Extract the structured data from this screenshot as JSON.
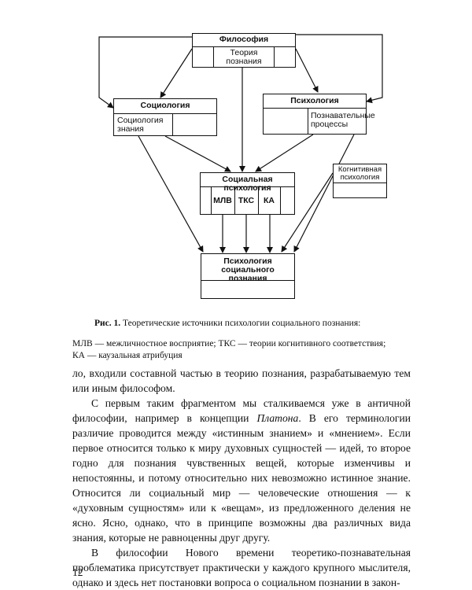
{
  "diagram": {
    "philosophy": {
      "title": "Философия",
      "sub": "Теория познания"
    },
    "sociology": {
      "title": "Социология",
      "sub": "Социология знания"
    },
    "psychology": {
      "title": "Психология",
      "sub": "Познавательные процессы"
    },
    "cognitive_psychology": {
      "title": "Когнитивная психология"
    },
    "social_psychology": {
      "title": "Социальная психология",
      "cells": [
        "МЛВ",
        "ТКС",
        "КА"
      ]
    },
    "social_cognition_psychology": {
      "title": "Психология социального познания"
    }
  },
  "caption": {
    "label": "Рис. 1",
    "text": "Теоретические источники психологии социального познания:"
  },
  "legend": {
    "line1": "МЛВ — межличностное восприятие; ТКС — теории когнитивного соответствия;",
    "line2": "КА — каузальная атрибуция"
  },
  "body": {
    "p1": "ло, входили составной частью в теорию познания, разрабатываемую тем или иным философом.",
    "p2_before": "С первым таким фрагментом мы сталкиваемся уже в античной философии, например в концепции ",
    "p2_name": "Платона",
    "p2_after": ". В его терминологии различие проводится между «истинным знанием» и «мнением». Если первое относится только к миру духовных сущностей — идей, то второе годно для познания чувственных вещей, которые изменчивы и непостоянны, и потому относительно них невозможно истинное знание. Относится ли социальный мир — человеческие отношения — к «духовным сущностям» или к «вещам», из предложенного деления не ясно. Ясно, однако, что в принципе возможны два различных вида знания, которые не равноценны друг другу.",
    "p3": "В философии Нового времени теоретико-познавательная проблематика присутствует практически у каждого крупного мыслителя, однако и здесь нет постановки вопроса о социальном познании в закон-"
  },
  "page_number": "12"
}
